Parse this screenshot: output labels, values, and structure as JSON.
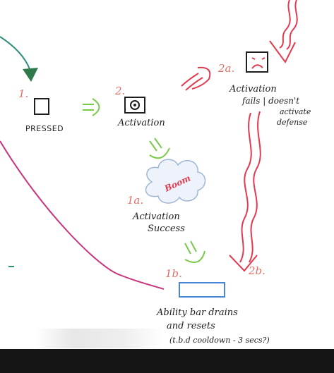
{
  "nodes": {
    "pressed": {
      "number": "1.",
      "label": "PRESSED"
    },
    "activation": {
      "number": "2.",
      "label": "Activation"
    },
    "activation_success": {
      "number": "1a.",
      "burst_text": "Boom",
      "label_line1": "Activation",
      "label_line2": "Success"
    },
    "activation_fails": {
      "number": "2a.",
      "label_line1": "Activation",
      "label_line2": "fails | doesn't",
      "label_line3": "activate",
      "label_line4": "defense"
    },
    "fail_return": {
      "number": "2b."
    },
    "ability_bar": {
      "number": "1b.",
      "label_line1": "Ability bar drains",
      "label_line2": "and resets",
      "label_line3": "(t.b.d cooldown - 3 secs?)"
    }
  },
  "colors": {
    "ink": "#1e1e1e",
    "number_red": "#e2706a",
    "arrow_red": "#e23a4e",
    "arrow_green": "#79c94a",
    "arrow_teal": "#2f8f7a",
    "line_magenta": "#c8347e",
    "bar_blue": "#4a86d8",
    "cloud_outline": "#9db6d6"
  },
  "icons": {
    "pressed": "empty-square-icon",
    "activation": "target-square-icon",
    "fails": "sad-face-square-icon"
  }
}
